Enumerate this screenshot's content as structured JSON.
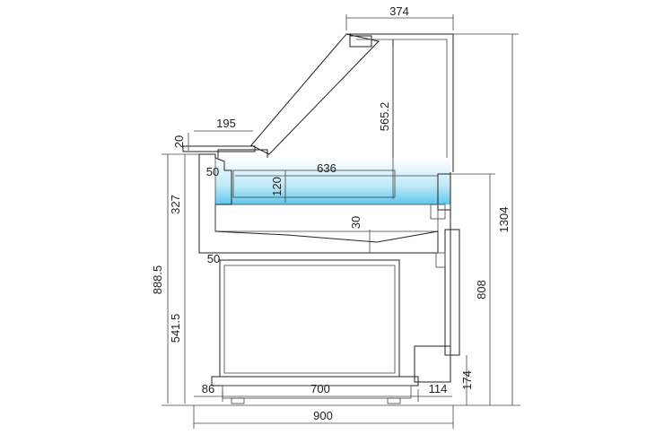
{
  "drawing": {
    "title": "",
    "dimensions": {
      "top_width": "374",
      "shelf_height": "20",
      "shelf_width": "195",
      "glass_height": "565.2",
      "tray_depth": "636",
      "tray_height": "120",
      "upper_body": "327",
      "insulation": "30",
      "side_gap": "50",
      "left_offset_1": "50",
      "total_height": "1304",
      "counter_height": "888.5",
      "base_height": "541.5",
      "cabinet_height": "808",
      "plinth_height": "174",
      "left_foot": "86",
      "cabinet_width": "700",
      "right_foot": "114",
      "total_width": "900"
    },
    "colors": {
      "ice_blue": "#4fc3e8",
      "ice_light": "#cfeefa",
      "concrete": "#f4f4f4",
      "line": "#222222"
    }
  }
}
